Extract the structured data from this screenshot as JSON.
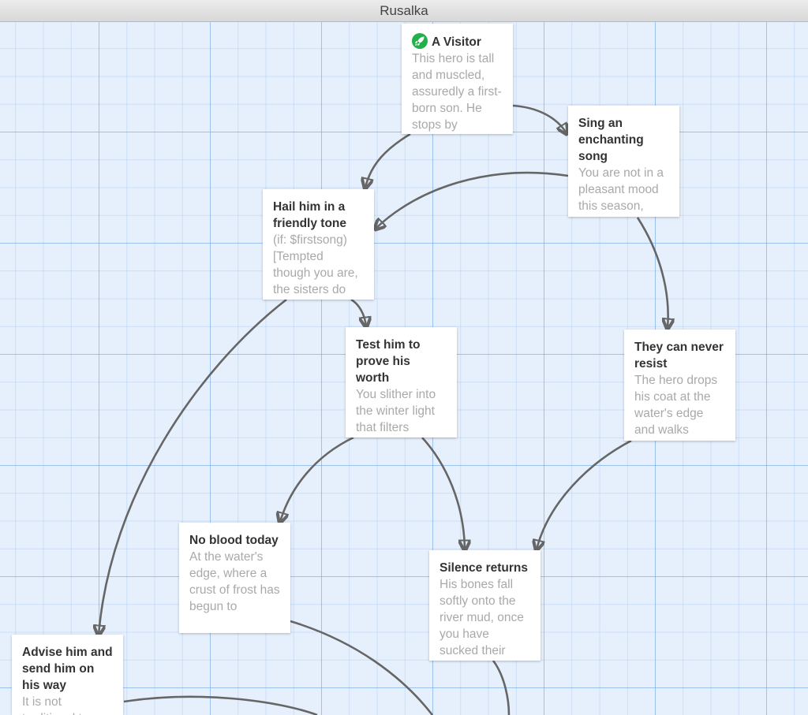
{
  "window": {
    "title": "Rusalka"
  },
  "colors": {
    "start_icon": "#22b04b",
    "arrow": "#666666",
    "grid_background": "#e6f0fd",
    "card_title": "#333333",
    "card_excerpt": "#a9a9a9"
  },
  "passages": [
    {
      "id": "a-visitor",
      "title": "A Visitor",
      "excerpt": "This hero is tall and muscled, assuredly a first-born son. He stops by",
      "start": true,
      "icon": "rocket-icon"
    },
    {
      "id": "sing-an-enchanting-song",
      "title": "Sing an enchanting song",
      "excerpt": "You are not in a pleasant mood this season,"
    },
    {
      "id": "hail-him-in-a-friendly-tone",
      "title": "Hail him in a friendly tone",
      "excerpt": "(if: $firstsong) [Tempted though you are, the sisters do"
    },
    {
      "id": "test-him-to-prove-his-worth",
      "title": "Test him to prove his worth",
      "excerpt": "You slither into the winter light that filters"
    },
    {
      "id": "they-can-never-resist",
      "title": "They can never resist",
      "excerpt": "The hero drops his coat at the water's edge and walks"
    },
    {
      "id": "no-blood-today",
      "title": "No blood today",
      "excerpt": "At the water's edge, where a crust of frost has begun to"
    },
    {
      "id": "silence-returns",
      "title": "Silence returns",
      "excerpt": "His bones fall softly onto the river mud, once you have sucked their"
    },
    {
      "id": "advise-him-and-send-him-on-his-way",
      "title": "Advise him and send him on his way",
      "excerpt": "It is not traditional to"
    }
  ]
}
